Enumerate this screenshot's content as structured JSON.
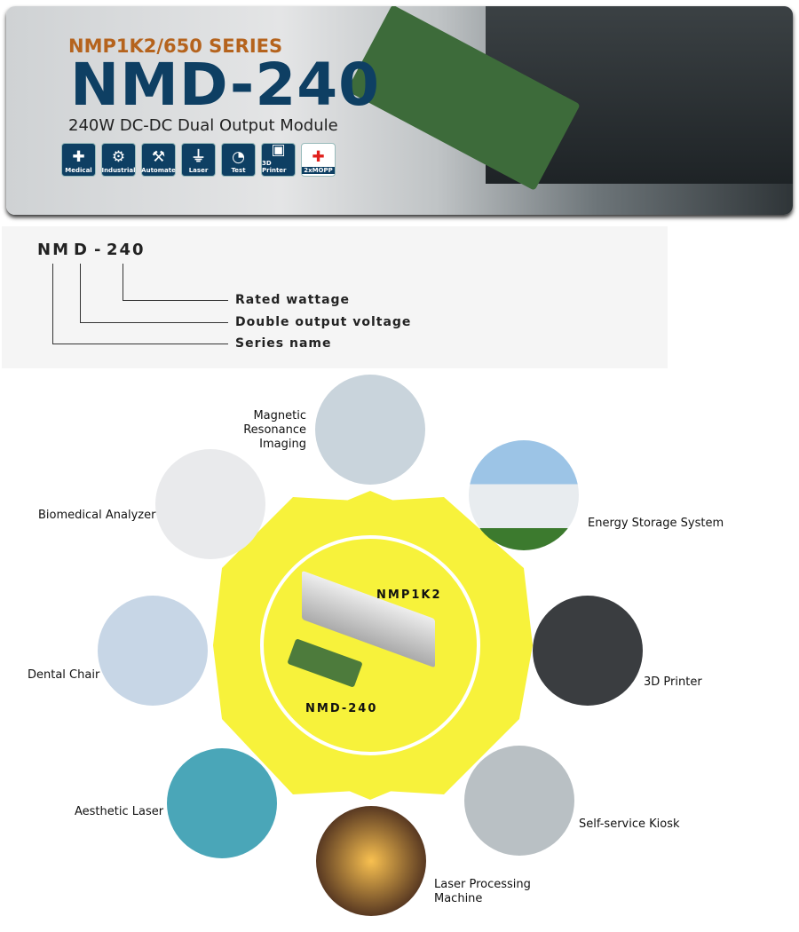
{
  "banner": {
    "series": "NMP1K2/650 SERIES",
    "model": "NMD-240",
    "subtitle": "240W DC-DC Dual Output Module",
    "icons": [
      {
        "label": "Medical",
        "glyph": "✚"
      },
      {
        "label": "Industrial",
        "glyph": "⚙"
      },
      {
        "label": "Automate",
        "glyph": "⚒"
      },
      {
        "label": "Laser",
        "glyph": "⏚"
      },
      {
        "label": "Test",
        "glyph": "◔"
      },
      {
        "label": "3D Printer",
        "glyph": "▣"
      },
      {
        "label": "2xMOPP",
        "glyph": "✚"
      }
    ]
  },
  "naming": {
    "parts": [
      "NM",
      "D",
      "-",
      "240"
    ],
    "labels": [
      "Rated wattage",
      "Double output voltage",
      "Series name"
    ]
  },
  "applications": [
    {
      "label": "Magnetic\nResonance Imaging",
      "color": "#c9d4dc"
    },
    {
      "label": "Energy Storage System",
      "color": "#9cc4e6"
    },
    {
      "label": "3D Printer",
      "color": "#3a3d40"
    },
    {
      "label": "Self-service Kiosk",
      "color": "#b9c0c4"
    },
    {
      "label": "Laser Processing\nMachine",
      "color": "#5a3a22"
    },
    {
      "label": "Aesthetic Laser",
      "color": "#4aa6b8"
    },
    {
      "label": "Dental Chair",
      "color": "#c7d6e6"
    },
    {
      "label": "Biomedical Analyzer",
      "color": "#e9eaec"
    }
  ],
  "products": {
    "big": "NMP1K2",
    "small": "NMD-240"
  },
  "colors": {
    "yellow": "#f7f23b",
    "navy": "#0e3f63",
    "orange": "#b5631d"
  }
}
